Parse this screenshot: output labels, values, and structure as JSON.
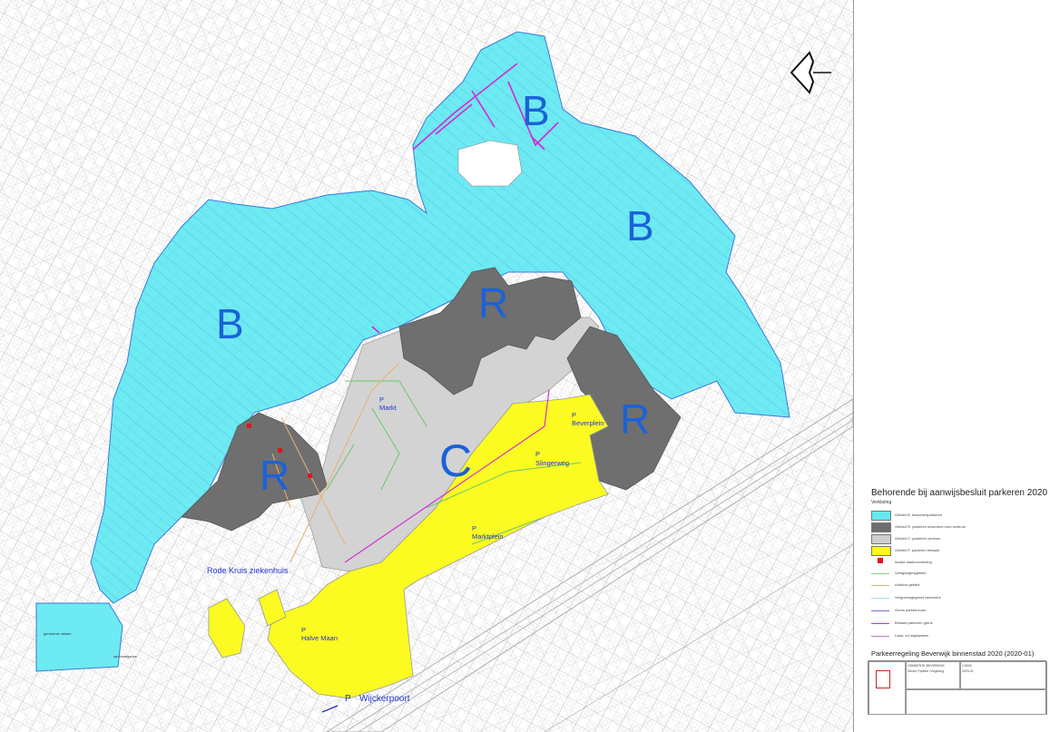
{
  "zones": {
    "b_north": "B",
    "b_east": "B",
    "b_west": "B",
    "r_north": "R",
    "r_east": "R",
    "r_west": "R",
    "c_center": "C"
  },
  "parking": [
    {
      "p": "P",
      "name": "Markt"
    },
    {
      "p": "P",
      "name": "Beverplein"
    },
    {
      "p": "P",
      "name": "Slingerweg"
    },
    {
      "p": "P",
      "name": "Marktplein"
    },
    {
      "p": "P",
      "name": "Halve Maan"
    },
    {
      "p": "P",
      "name": "Wijckerpoort"
    }
  ],
  "places": {
    "hospital": "Rode Kruis ziekenhuis",
    "green_box": "gemeente velsen",
    "street_label": "spoorwegzone"
  },
  "panel": {
    "title": "Behorende bij aanwijsbesluit parkeren 2020",
    "legend_heading": "Verklaring",
    "legend": [
      {
        "color": "#66e8ee",
        "text": "Gebied B: bewonersparkeren"
      },
      {
        "color": "#6e6e6e",
        "text": "Gebied R: parkeren bewoners rond centrum"
      },
      {
        "color": "#cfcfcf",
        "text": "Gebied C: parkeren centrum"
      },
      {
        "color": "#ffff00",
        "text": "Gebied P: parkeren betaald"
      },
      {
        "color": "#e0141e",
        "text": "locatie laadvoorziening"
      }
    ],
    "lines": [
      {
        "color": "#7ed57a",
        "text": "Voetgangersgebied"
      },
      {
        "color": "#f0b070",
        "text": "Autoluw gebied"
      },
      {
        "color": "#9be6f0",
        "text": "Vergunningsgrens bewoners"
      },
      {
        "color": "#6a70d8",
        "text": "Grens parkeerzone"
      },
      {
        "color": "#e020e0",
        "text": "Betaald parkeren grens"
      },
      {
        "color": "#d070d8",
        "text": "Laad- en losplaatsen"
      }
    ],
    "subtitle": "Parkeerregeling Beverwijk binnenstad 2020 (2020-01)",
    "titleblock": {
      "org": "GEMEENTE BEVERWIJK",
      "dept": "Sector Fysieke Omgeving",
      "scale": "1:5000",
      "date": "2020-01"
    }
  },
  "colors": {
    "cyan": "#6deaf2",
    "grey": "#6f6f6f",
    "lightgrey": "#d3d3d3",
    "yellow": "#fbfb22",
    "blue_label": "#1a62d8",
    "pin_label": "#2233cc",
    "magenta": "#d428d4"
  }
}
